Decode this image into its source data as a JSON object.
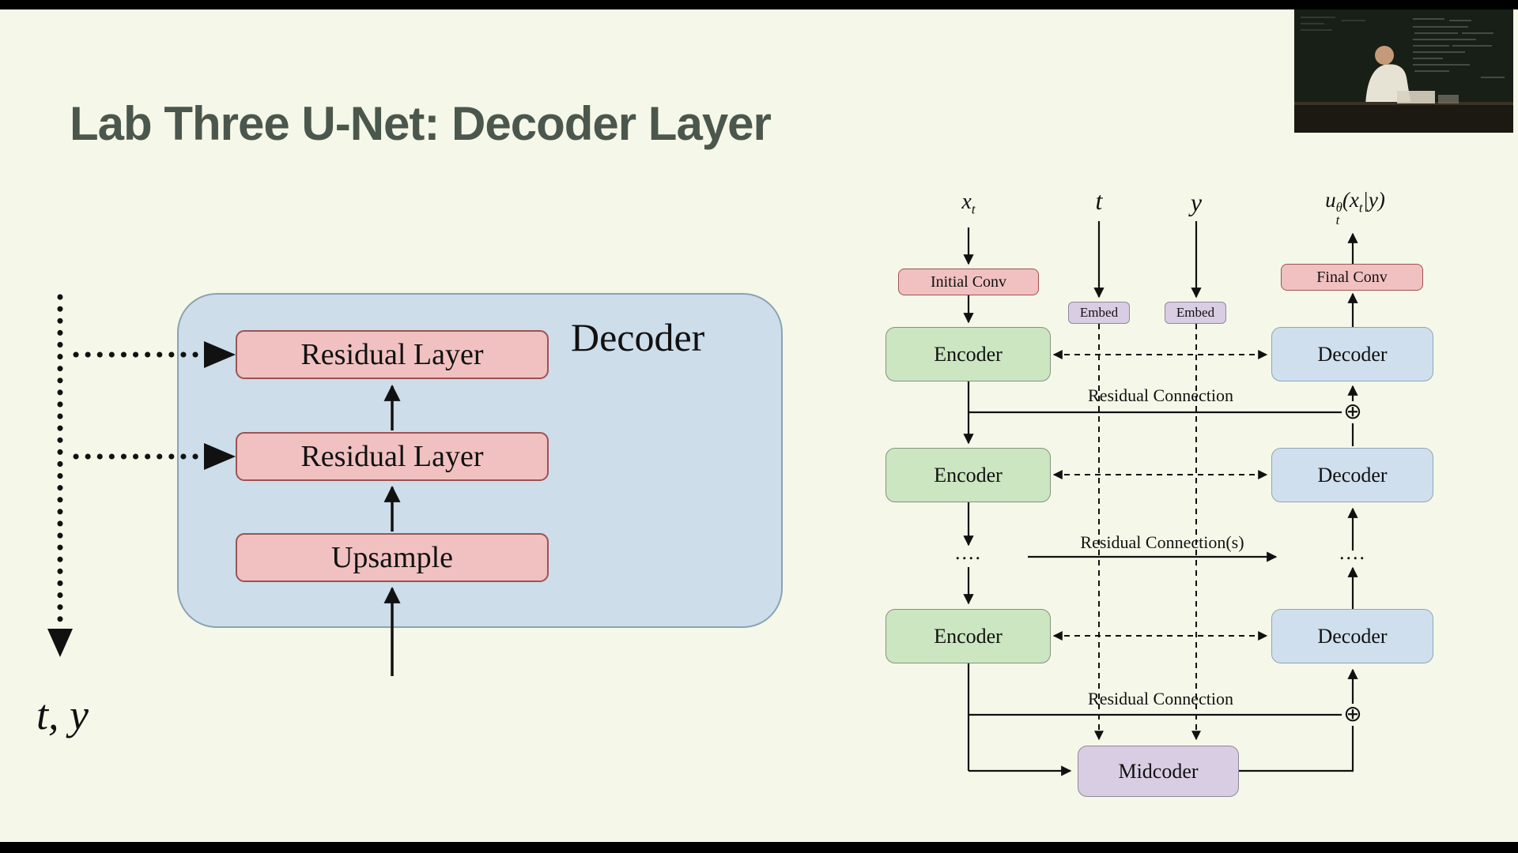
{
  "slide": {
    "title": "Lab Three U-Net: Decoder Layer",
    "background_color": "#f5f8e8",
    "title_color": "#4b574d"
  },
  "left_diagram": {
    "container_label": "Decoder",
    "boxes": [
      "Residual Layer",
      "Residual Layer",
      "Upsample"
    ],
    "conditioning_label": "t, y"
  },
  "right_diagram": {
    "inputs": {
      "xt": {
        "base": "x",
        "sub": "t"
      },
      "t": "t",
      "y": "y",
      "output": {
        "base": "u",
        "sub": "t",
        "sup": "θ",
        "open": "(x",
        "arg_sub": "t",
        "close": "|y)"
      }
    },
    "initial_conv": "Initial Conv",
    "final_conv": "Final Conv",
    "embeds": [
      "Embed",
      "Embed"
    ],
    "encoders": [
      "Encoder",
      "Encoder",
      "Encoder"
    ],
    "decoders": [
      "Decoder",
      "Decoder",
      "Decoder"
    ],
    "dots_left": "....",
    "dots_right": "....",
    "midcoder": "Midcoder",
    "residual_labels": [
      "Residual Connection",
      "Residual Connection(s)",
      "Residual Connection"
    ],
    "oplus": "⊕"
  },
  "colors": {
    "pink_fill": "#f1c1c1",
    "pink_border": "#9d5252",
    "green_fill": "#cbe6c1",
    "green_border": "#84927f",
    "blue_fill": "#d0dfee",
    "blue_border": "#8ea6b8",
    "purple_fill": "#d9cde3",
    "purple_border": "#90879e",
    "line": "#111111"
  }
}
